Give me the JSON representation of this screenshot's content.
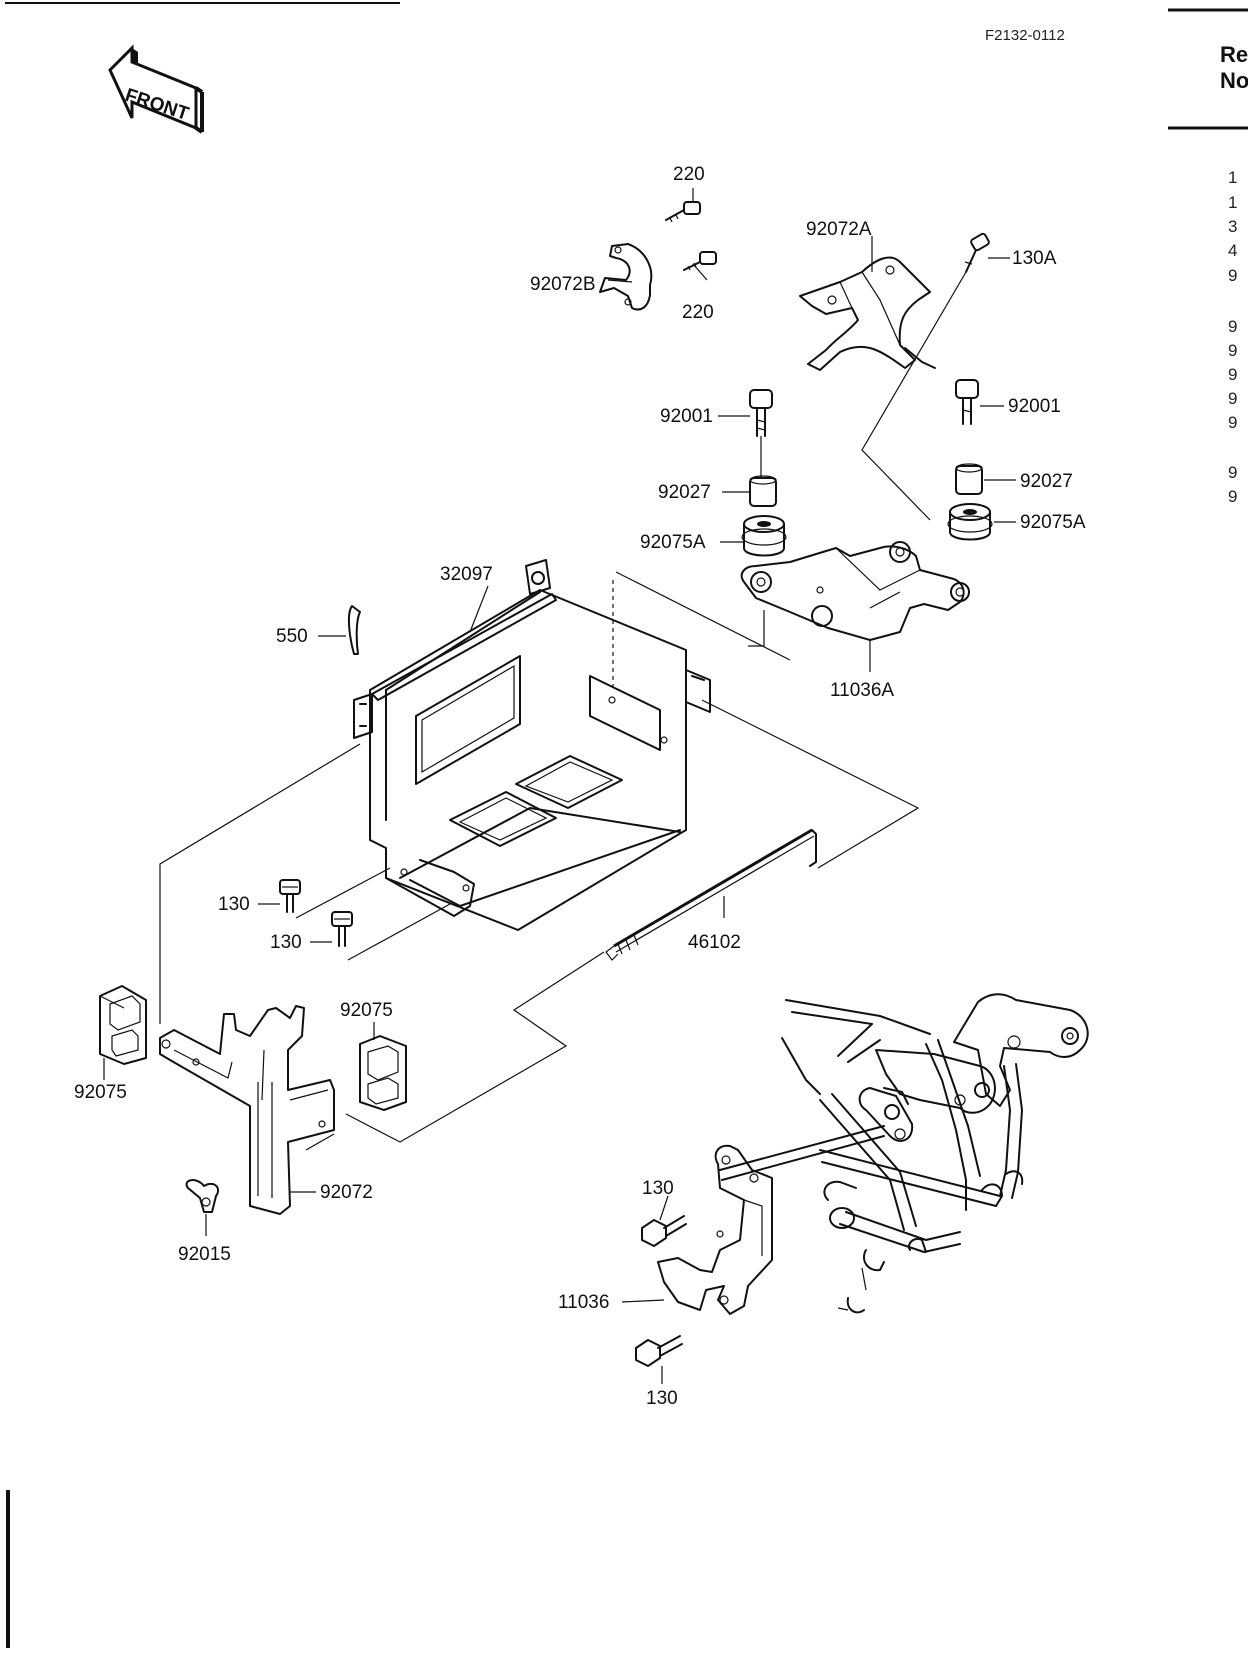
{
  "document": {
    "drawing_code": "F2132-0112",
    "front_arrow_label": "FRONT"
  },
  "ref_table": {
    "header_line1": "Re",
    "header_line2": "No",
    "rows": [
      "1",
      "1",
      "3",
      "4",
      "9",
      "9",
      "9",
      "9",
      "9",
      "9",
      "9",
      "9"
    ]
  },
  "callouts": {
    "p220_top": "220",
    "p220_bottom": "220",
    "p92072B": "92072B",
    "p92072A": "92072A",
    "p130A": "130A",
    "p92001_left": "92001",
    "p92001_right": "92001",
    "p92027_left": "92027",
    "p92027_right": "92027",
    "p92075A_left": "92075A",
    "p92075A_right": "92075A",
    "p32097": "32097",
    "p550": "550",
    "p11036A": "11036A",
    "p130_tray_upper": "130",
    "p130_tray_lower": "130",
    "p46102": "46102",
    "p92075_right": "92075",
    "p92075_left": "92075",
    "p92072": "92072",
    "p92015": "92015",
    "p130_frame_upper": "130",
    "p11036": "11036",
    "p130_frame_lower": "130"
  }
}
